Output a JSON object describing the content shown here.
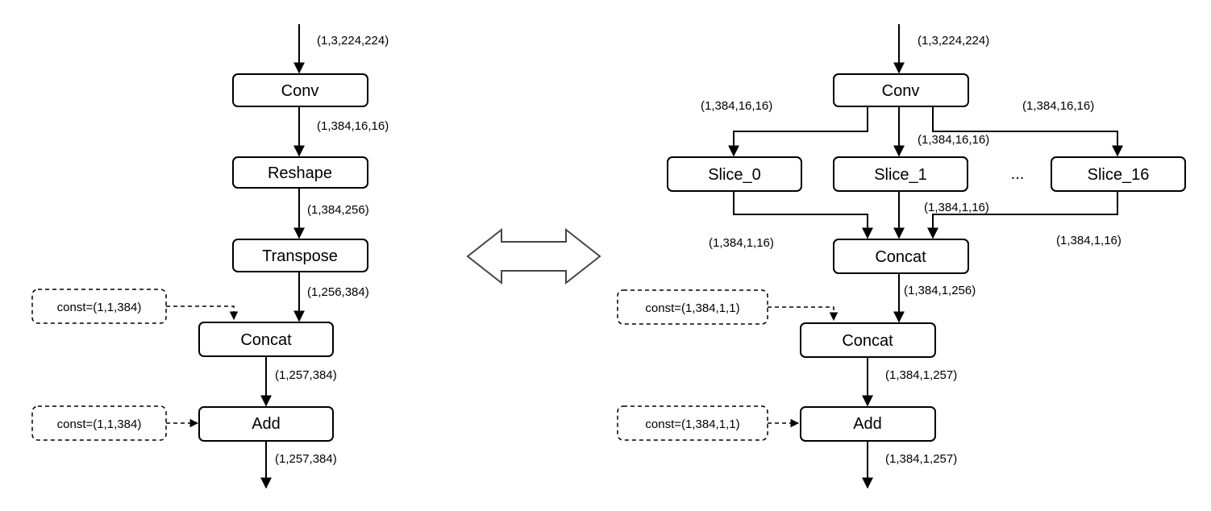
{
  "left": {
    "input_shape": "(1,3,224,224)",
    "conv": "Conv",
    "conv_out": "(1,384,16,16)",
    "reshape": "Reshape",
    "reshape_out": "(1,384,256)",
    "transpose": "Transpose",
    "transpose_out": "(1,256,384)",
    "const_concat": "const=(1,1,384)",
    "concat": "Concat",
    "concat_out": "(1,257,384)",
    "const_add": "const=(1,1,384)",
    "add": "Add",
    "add_out": "(1,257,384)"
  },
  "right": {
    "input_shape": "(1,3,224,224)",
    "conv": "Conv",
    "conv_out_left": "(1,384,16,16)",
    "conv_out_mid": "(1,384,16,16)",
    "conv_out_right": "(1,384,16,16)",
    "slice_0": "Slice_0",
    "slice_1": "Slice_1",
    "ellipsis": "...",
    "slice_16": "Slice_16",
    "slice_out_left": "(1,384,1,16)",
    "slice_out_mid": "(1,384,1,16)",
    "slice_out_right": "(1,384,1,16)",
    "concat1": "Concat",
    "concat1_out": "(1,384,1,256)",
    "const_concat": "const=(1,384,1,1)",
    "concat2": "Concat",
    "concat2_out": "(1,384,1,257)",
    "const_add": "const=(1,384,1,1)",
    "add": "Add",
    "add_out": "(1,384,1,257)"
  }
}
